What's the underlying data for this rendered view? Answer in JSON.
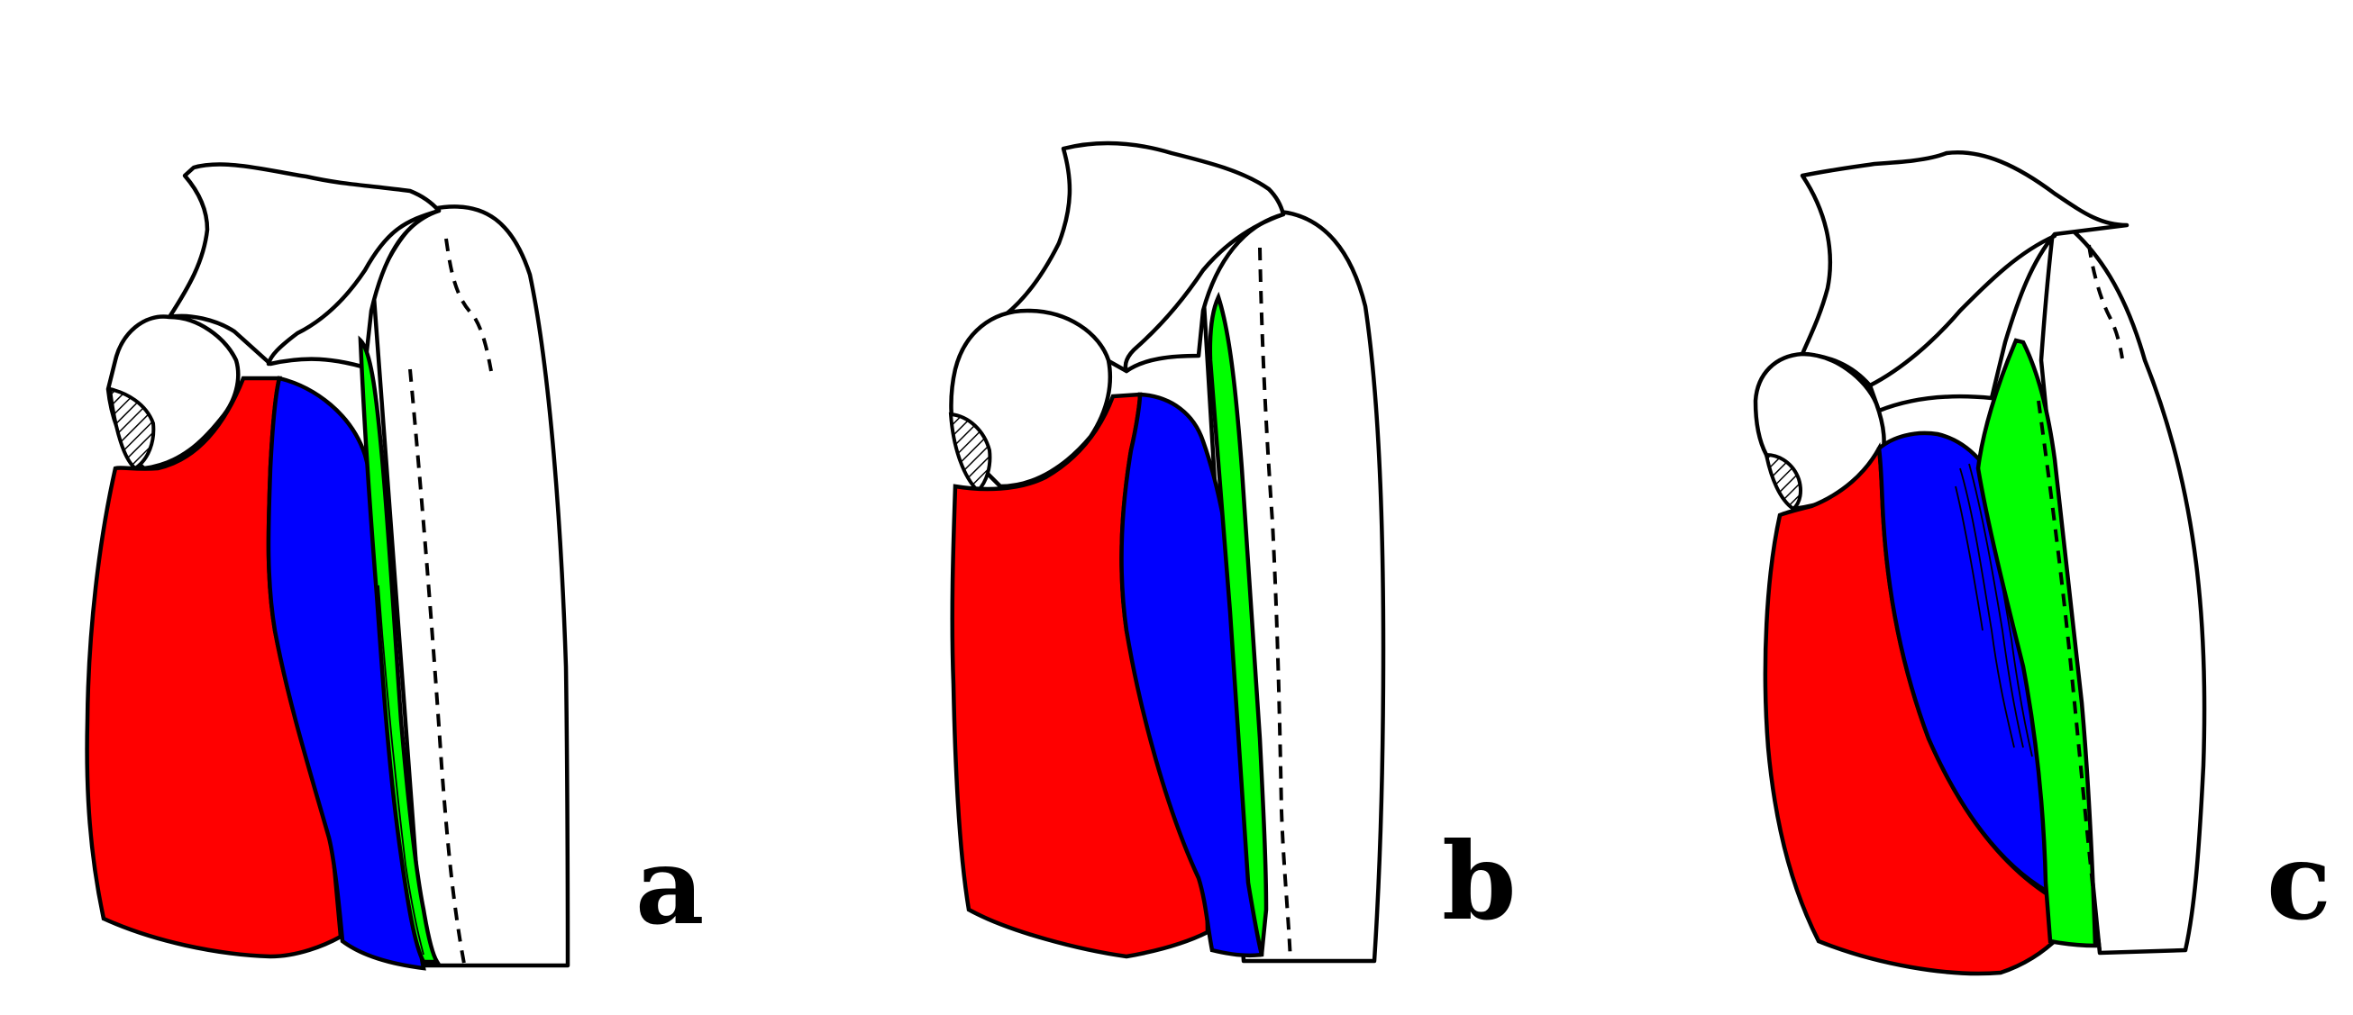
{
  "panels": [
    {
      "id": "a",
      "label": "a"
    },
    {
      "id": "b",
      "label": "b"
    },
    {
      "id": "c",
      "label": "c"
    }
  ],
  "colors": {
    "region_1": "#ff0000",
    "region_2": "#0000ff",
    "region_3": "#00ff00",
    "outline": "#000000",
    "background": "#ffffff"
  }
}
